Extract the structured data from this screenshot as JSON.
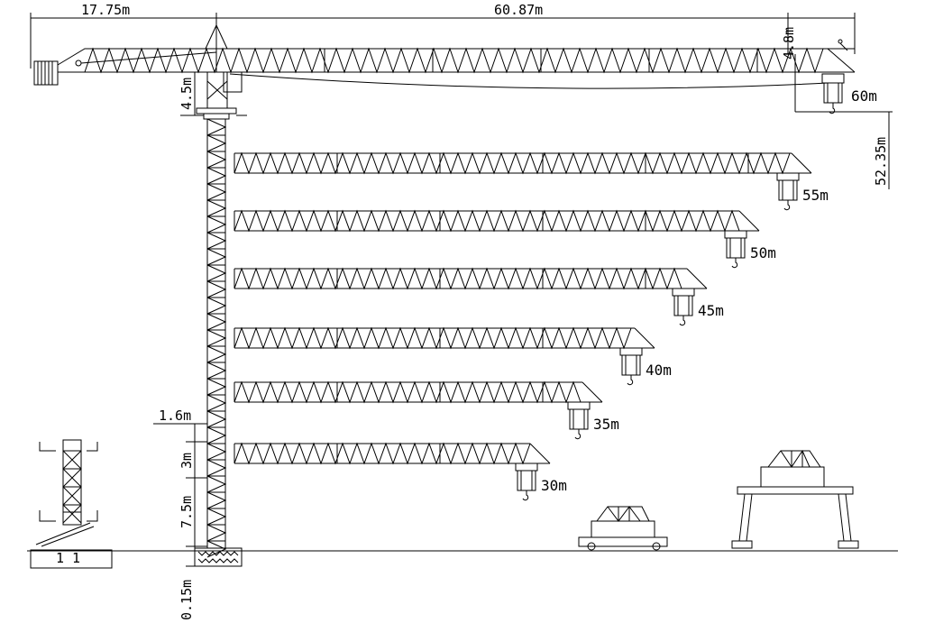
{
  "dimensions": {
    "counter_jib_length": "17.75m",
    "jib_length": "60.87m",
    "apex_height": "4.8m",
    "cab_height": "4.5m",
    "tower_width": "1.6m",
    "section_3": "3m",
    "section_7_5": "7.5m",
    "base_depth": "0.15m",
    "hook_height": "52.35m"
  },
  "jib_options": [
    "60m",
    "55m",
    "50m",
    "45m",
    "40m",
    "35m",
    "30m"
  ],
  "foundation_label": "1 1"
}
